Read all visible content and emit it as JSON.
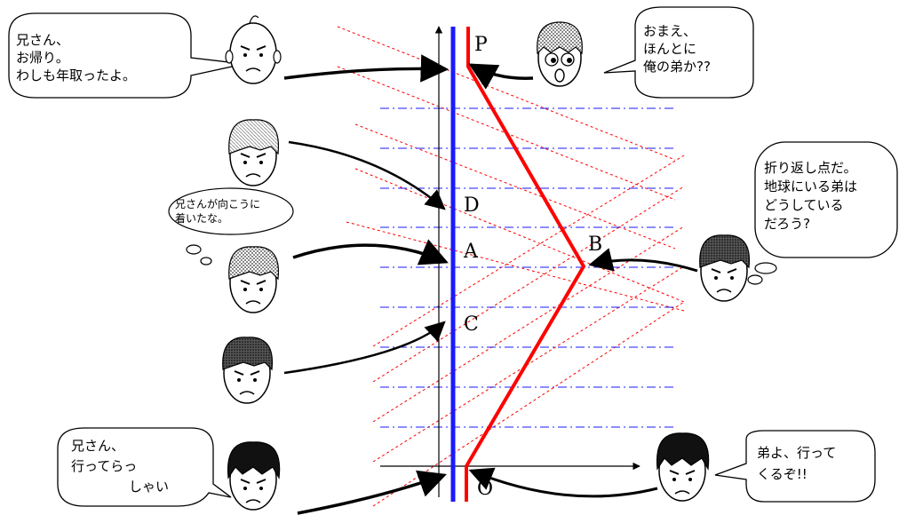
{
  "points": {
    "P": "P",
    "D": "D",
    "A": "A",
    "C": "C",
    "B": "B",
    "O": "O"
  },
  "bubbles": {
    "top_left": [
      "兄さん、",
      "お帰り。",
      "わしも年取ったよ。"
    ],
    "top_right": [
      "おまえ、",
      "ほんとに",
      "俺の弟か??"
    ],
    "mid_left_thought": [
      "兄さんが向こうに",
      "着いたな。"
    ],
    "mid_right": [
      "折り返し点だ。",
      "地球にいる弟は",
      "どうしている",
      "だろう?"
    ],
    "bottom_left": [
      "兄さん、",
      "行ってらっ",
      "しゃい"
    ],
    "bottom_right": [
      "弟よ、行って",
      "くるぞ!!"
    ]
  },
  "colors": {
    "earth_worldline": "#1a1aff",
    "traveler_worldline": "#ff0000",
    "simultaneity_traveler": "#ff0000",
    "simultaneity_earth": "#1a1aff",
    "arrow": "#000000",
    "hair_light": "#c8c8c8",
    "hair_dark": "#555555",
    "hair_black": "#111111"
  }
}
